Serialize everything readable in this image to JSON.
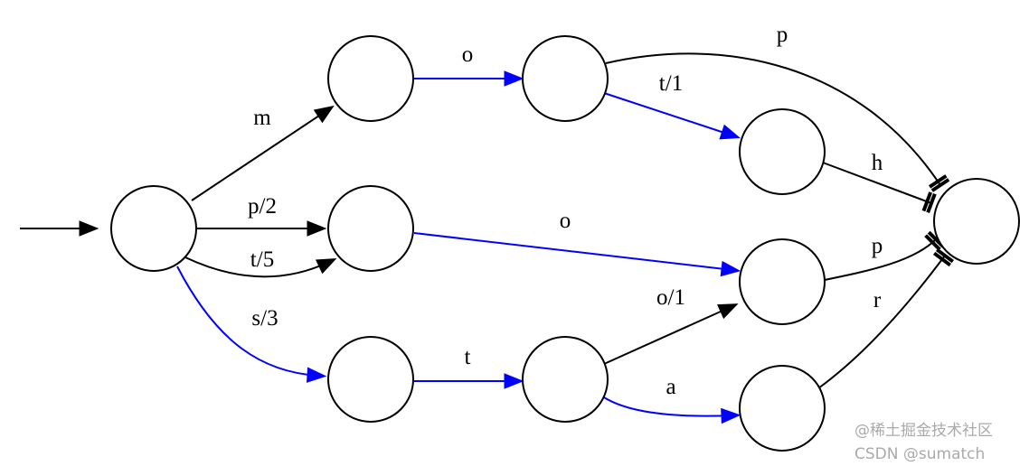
{
  "diagram": {
    "colors": {
      "default": "#000000",
      "highlight": "#0000ff"
    },
    "nodes": [
      "n0",
      "n1",
      "n2",
      "n3",
      "n4",
      "n5",
      "n6",
      "n7",
      "n8",
      "final"
    ],
    "start_node": "n0",
    "final_node": "final",
    "edges": [
      {
        "from": "n0",
        "to": "n1",
        "label": "m",
        "color": "default"
      },
      {
        "from": "n0",
        "to": "n2",
        "label": "p/2",
        "color": "default"
      },
      {
        "from": "n0",
        "to": "n2",
        "label": "t/5",
        "color": "default"
      },
      {
        "from": "n0",
        "to": "n3",
        "label": "s/3",
        "color": "highlight"
      },
      {
        "from": "n1",
        "to": "n4",
        "label": "o",
        "color": "highlight"
      },
      {
        "from": "n4",
        "to": "final",
        "label": "p",
        "color": "default"
      },
      {
        "from": "n4",
        "to": "n5",
        "label": "t/1",
        "color": "highlight"
      },
      {
        "from": "n5",
        "to": "final",
        "label": "h",
        "color": "default"
      },
      {
        "from": "n2",
        "to": "n6",
        "label": "o",
        "color": "highlight"
      },
      {
        "from": "n6",
        "to": "final",
        "label": "p",
        "color": "default"
      },
      {
        "from": "n7",
        "to": "n6",
        "label": "o/1",
        "color": "default"
      },
      {
        "from": "n7",
        "to": "n8",
        "label": "a",
        "color": "highlight"
      },
      {
        "from": "n3",
        "to": "n7",
        "label": "t",
        "color": "highlight"
      },
      {
        "from": "n8",
        "to": "final",
        "label": "r",
        "color": "default"
      }
    ]
  },
  "watermarks": [
    "@稀土掘金技术社区",
    "CSDN @sumatch"
  ]
}
